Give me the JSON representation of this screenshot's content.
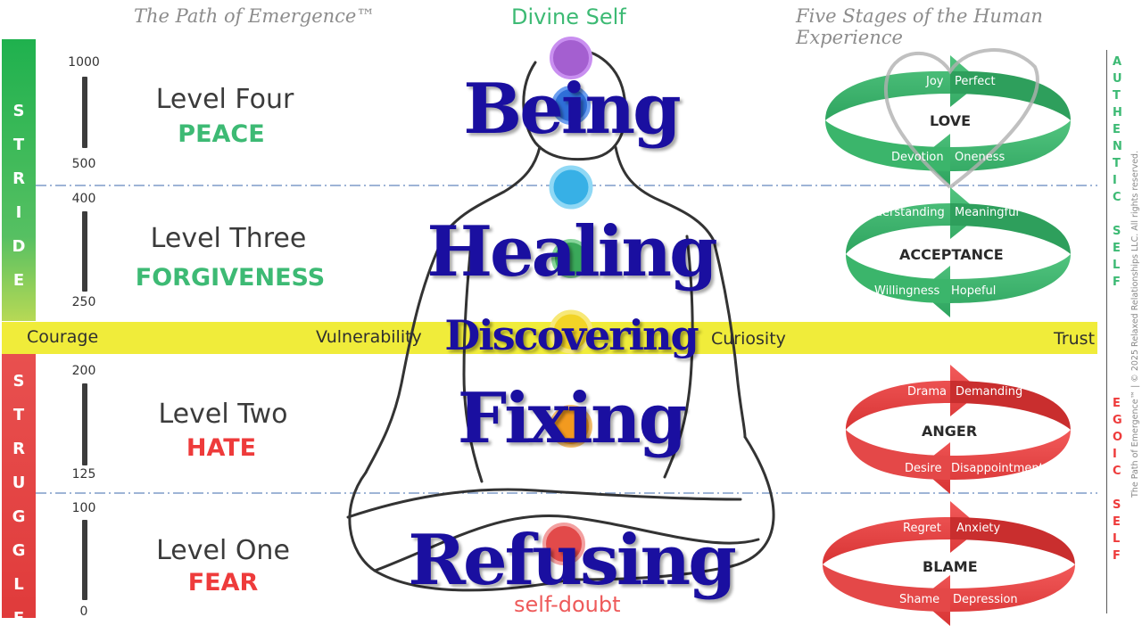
{
  "header": {
    "left_title": "The Path of Emergence™",
    "center_title": "Divine Self",
    "right_title": "Five Stages of the Human Experience"
  },
  "sidebar_left": {
    "top_letters": [
      "S",
      "T",
      "R",
      "I",
      "D",
      "E"
    ],
    "bottom_letters": [
      "S",
      "T",
      "R",
      "U",
      "G",
      "G",
      "L",
      "E"
    ],
    "top_color": "#1fb14e",
    "bottom_color": "#e03b3b"
  },
  "levels": [
    {
      "title": "Level Four",
      "subtitle": "PEACE",
      "scale_top": "1000",
      "scale_bottom": "500"
    },
    {
      "title": "Level Three",
      "subtitle": "FORGIVENESS",
      "scale_top": "400",
      "scale_bottom": "250"
    },
    {
      "title": "Level Two",
      "subtitle": "HATE",
      "scale_top": "200",
      "scale_bottom": "125"
    },
    {
      "title": "Level One",
      "subtitle": "FEAR",
      "scale_top": "100",
      "scale_bottom": "0"
    }
  ],
  "band": {
    "labels": [
      "Courage",
      "Vulnerability",
      "Curiosity",
      "Trust"
    ],
    "color": "#f0ec3a"
  },
  "stages": [
    "Being",
    "Healing",
    "Discovering",
    "Fixing",
    "Refusing"
  ],
  "footer_label": "self-doubt",
  "loops": [
    {
      "center": "LOVE",
      "top_left": "Joy",
      "top_right": "Perfect",
      "bottom_left": "Devotion",
      "bottom_right": "Oneness",
      "color": "#3dba74"
    },
    {
      "center": "ACCEPTANCE",
      "top_left": "Understanding",
      "top_right": "Meaningful",
      "bottom_left": "Willingness",
      "bottom_right": "Hopeful",
      "color": "#3dba74"
    },
    {
      "center": "ANGER",
      "top_left": "Drama",
      "top_right": "Demanding",
      "bottom_left": "Desire",
      "bottom_right": "Disappointment",
      "color": "#ee3b3b"
    },
    {
      "center": "BLAME",
      "top_left": "Regret",
      "top_right": "Anxiety",
      "bottom_left": "Shame",
      "bottom_right": "Depression",
      "color": "#ee3b3b"
    }
  ],
  "sidebar_right": {
    "top_letters": [
      "A",
      "U",
      "T",
      "H",
      "E",
      "N",
      "T",
      "I",
      "C",
      "",
      "S",
      "E",
      "L",
      "F"
    ],
    "bottom_letters": [
      "E",
      "G",
      "O",
      "I",
      "C",
      "",
      "S",
      "E",
      "L",
      "F"
    ]
  },
  "copyright": "The Path of Emergence™ | © 2025 Relaxed Relationships LLC. All rights reserved.",
  "chakra_colors": [
    "#a45fd0",
    "#2f6fd8",
    "#37b0e6",
    "#3aa85a",
    "#f2d426",
    "#f29a1f",
    "#e24a4a"
  ]
}
